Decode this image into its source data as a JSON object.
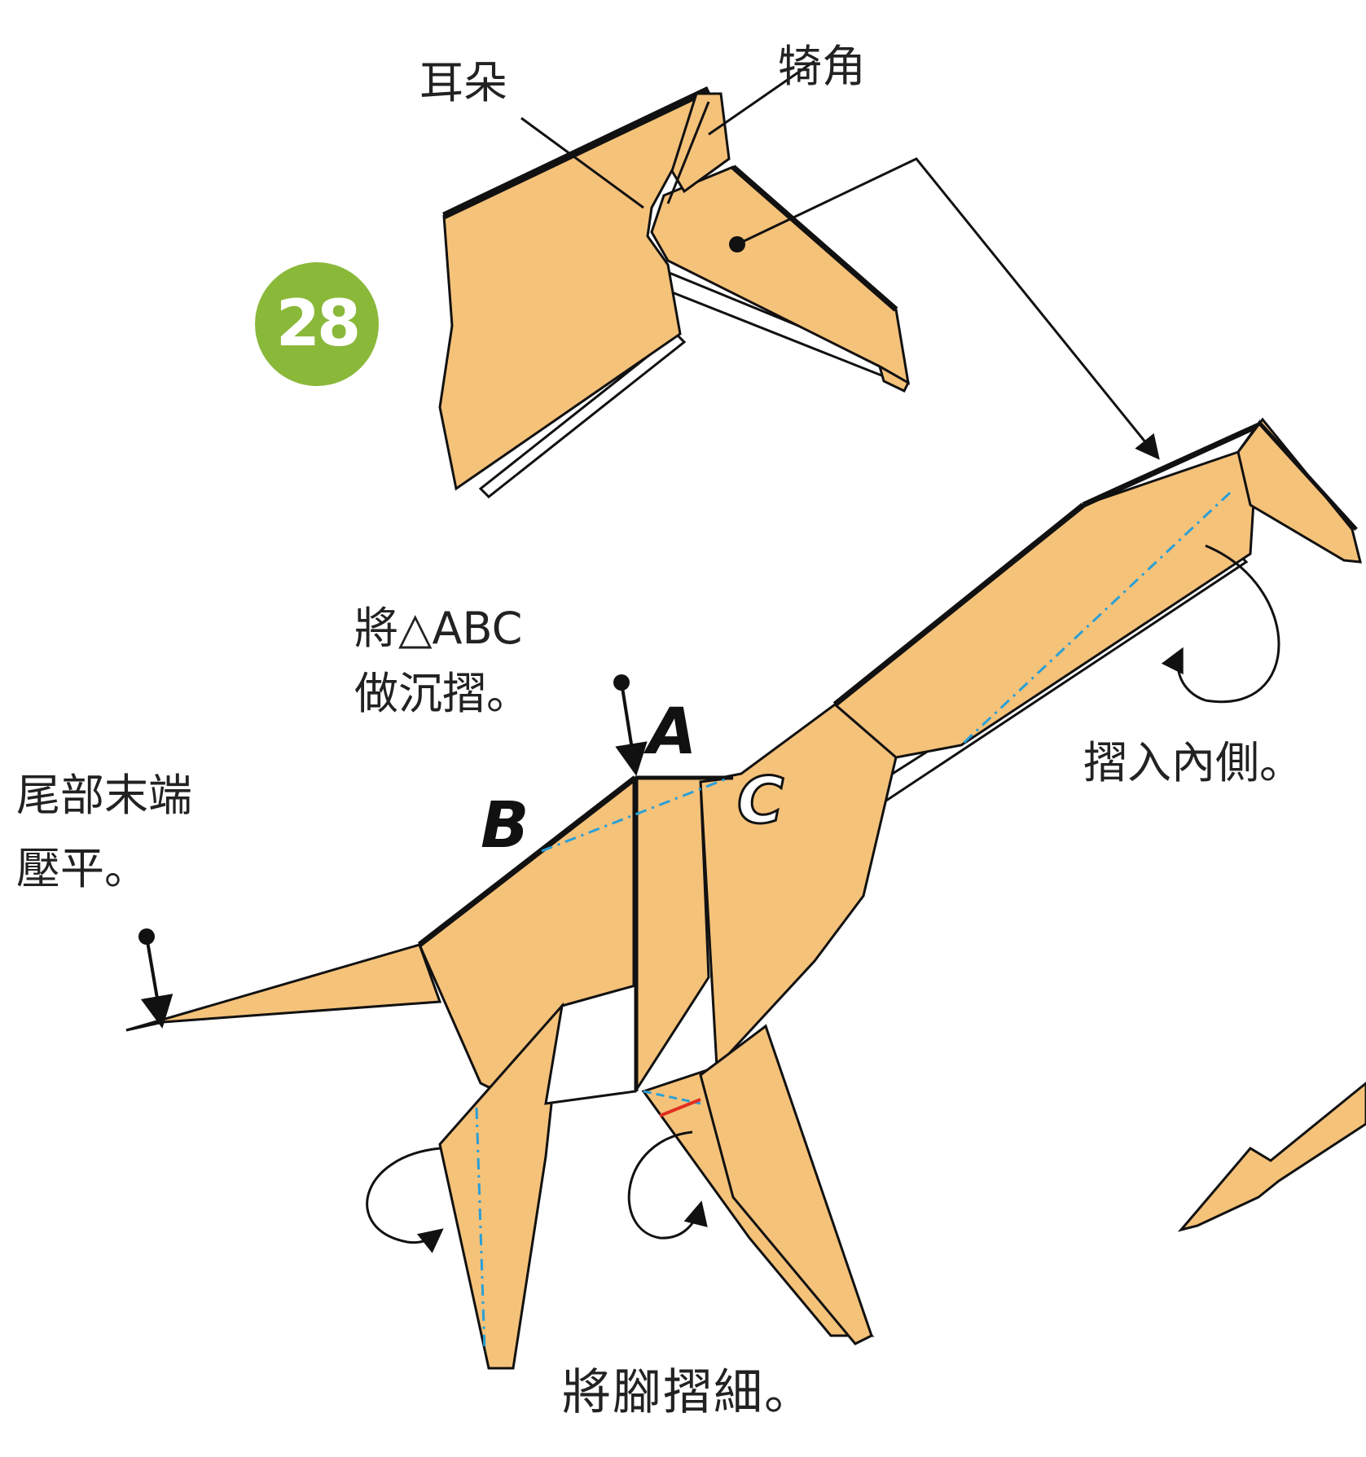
{
  "step": {
    "number": "28",
    "color": "#8ab93a"
  },
  "paper_color": "#f5c27a",
  "crease_color": "#2a9fd6",
  "valley_color": "#e03020",
  "labels": {
    "ears": "耳朵",
    "horns": "犄角",
    "sink_fold_line1": "將△ABC",
    "sink_fold_line2": "做沉摺。",
    "tail_line1": "尾部末端",
    "tail_line2": "壓平。",
    "fold_inside": "摺入內側。",
    "fold_legs": "將腳摺細。"
  },
  "points": {
    "a": "A",
    "b": "B",
    "c": "C"
  },
  "icons": [
    "fold-arrow-icon",
    "push-arrow-icon",
    "sink-arrow-icon"
  ]
}
